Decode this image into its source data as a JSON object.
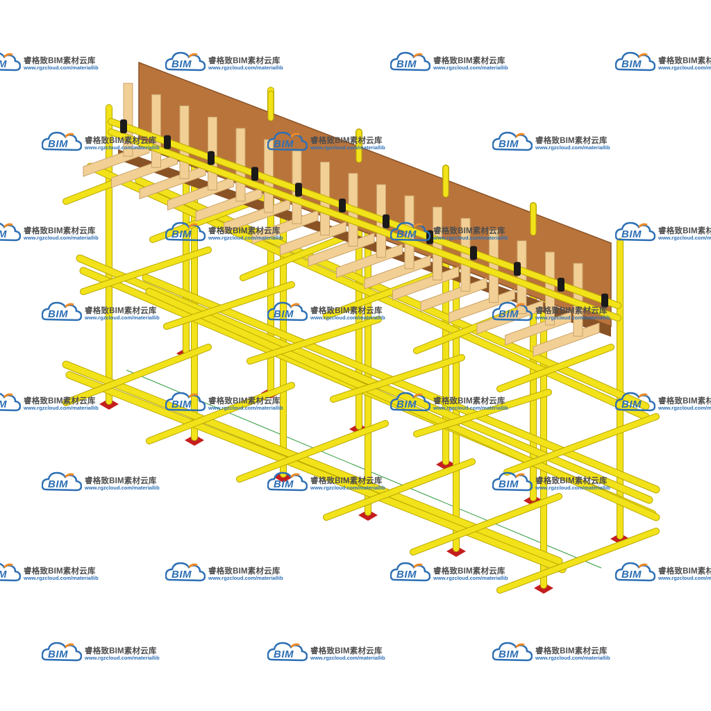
{
  "watermark": {
    "logo_text": "BIM",
    "brand": "睿格致BIM素材云库",
    "url": "www.rgzcloud.com/materiallib"
  },
  "colors": {
    "tube": "#f2e21a",
    "tube_shade": "#b9a800",
    "base_plate": "#c41e1e",
    "timber": "#f2cf94",
    "timber_shade": "#c9a36a",
    "plywood": "#b9743c",
    "clamp": "#1a1a1a",
    "ground_line": "#2e9b3a",
    "logo_blue": "#2d6fb4",
    "logo_orange": "#f08a24"
  }
}
